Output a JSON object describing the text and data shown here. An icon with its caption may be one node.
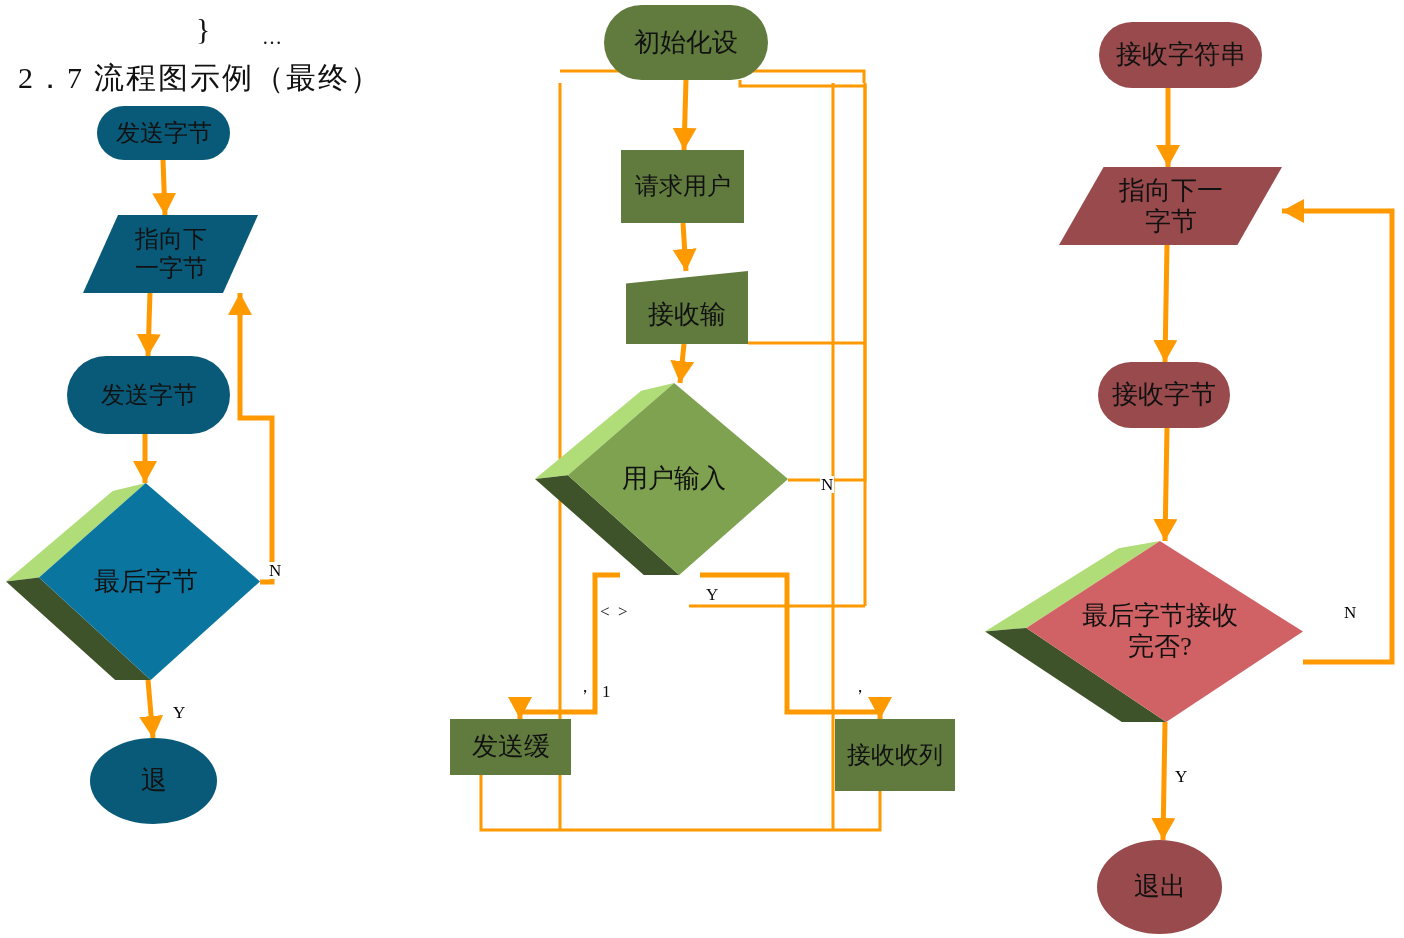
{
  "diagram": {
    "title": "2．7 流程图示例（最终）",
    "nodes": [
      {
        "text": [
          "发送字节"
        ]
      },
      {
        "text": [
          "指向下一字节"
        ]
      },
      {
        "text": [
          "发送字节"
        ]
      },
      {
        "text": [
          "最后字节"
        ]
      },
      {
        "text": [
          "退"
        ]
      },
      {
        "text": [
          "初始化设"
        ]
      },
      {
        "text": [
          "请求用户"
        ]
      },
      {
        "text": [
          "接收输"
        ]
      },
      {
        "text": [
          "用户输入"
        ]
      },
      {
        "text": [
          "发送缓"
        ]
      },
      {
        "text": [
          "接收收列"
        ]
      },
      {
        "text": [
          "接收字符串"
        ]
      },
      {
        "text": [
          "指向下一字节"
        ]
      },
      {
        "text": [
          "接收字节"
        ]
      },
      {
        "text": [
          "最后字节接收完否?"
        ]
      },
      {
        "text": [
          "退出"
        ]
      }
    ],
    "edges": [
      {
        "from": 0,
        "to": 1,
        "arrow": "to"
      },
      {
        "from": 1,
        "to": 2,
        "arrow": "to"
      },
      {
        "from": 2,
        "to": 3,
        "arrow": "to"
      },
      {
        "from": 3,
        "to": 4,
        "arrow": "to",
        "label": "Y"
      },
      {
        "from": 3,
        "to": 1,
        "arrow": "to",
        "label": "N"
      },
      {
        "from": 5,
        "to": 6,
        "arrow": "to"
      },
      {
        "from": 6,
        "to": 7,
        "arrow": "to"
      },
      {
        "from": 7,
        "to": 8,
        "arrow": "to"
      },
      {
        "from": 8,
        "to": 9,
        "arrow": "to"
      },
      {
        "from": 8,
        "to": 10,
        "arrow": "to"
      },
      {
        "from": 8,
        "to": 5,
        "arrow": "none",
        "label": "N"
      },
      {
        "from": 9,
        "to": 10,
        "arrow": "none"
      },
      {
        "from": 11,
        "to": 12,
        "arrow": "to"
      },
      {
        "from": 12,
        "to": 13,
        "arrow": "to"
      },
      {
        "from": 13,
        "to": 14,
        "arrow": "to"
      },
      {
        "from": 14,
        "to": 15,
        "arrow": "to",
        "label": "Y"
      },
      {
        "from": 14,
        "to": 12,
        "arrow": "to",
        "label": "N"
      }
    ],
    "labels": [
      "}",
      "…",
      "<  >",
      "Y",
      "，",
      "1",
      "，"
    ]
  }
}
